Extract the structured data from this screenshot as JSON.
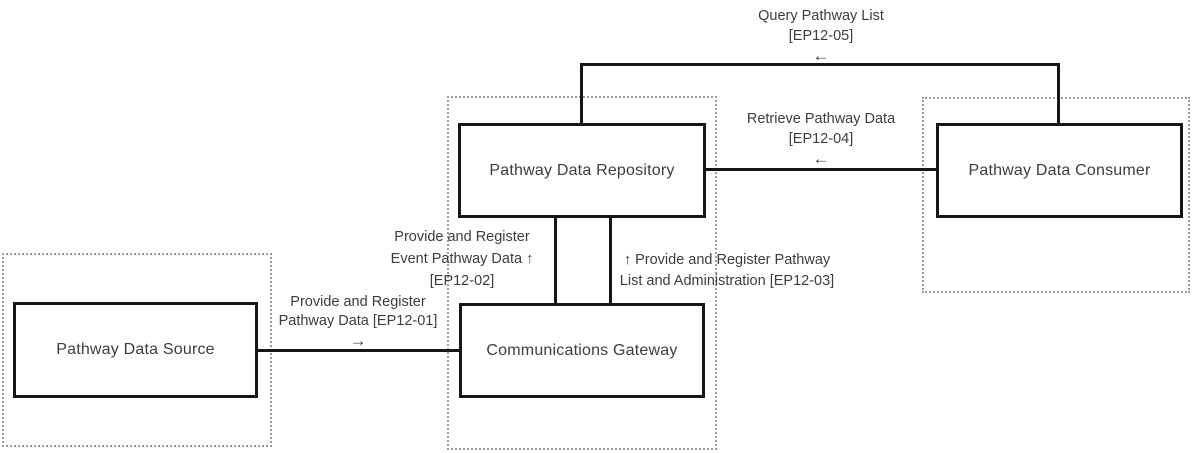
{
  "nodes": {
    "source": {
      "label": "Pathway Data Source"
    },
    "repository": {
      "label": "Pathway Data Repository"
    },
    "gateway": {
      "label": "Communications Gateway"
    },
    "consumer": {
      "label": "Pathway Data Consumer"
    }
  },
  "edges": {
    "ep01": {
      "line1": "Provide and Register",
      "line2": "Pathway Data [EP12-01]",
      "arrow": "→"
    },
    "ep02": {
      "line1": "Provide and Register",
      "line2": "Event Pathway Data ↑",
      "line3": "[EP12-02]"
    },
    "ep03": {
      "line1": "↑  Provide and Register Pathway",
      "line2": "List and Administration [EP12-03]"
    },
    "ep04": {
      "line1": "Retrieve Pathway Data",
      "line2": "[EP12-04]",
      "arrow": "←"
    },
    "ep05": {
      "line1": "Query Pathway List",
      "line2": "[EP12-05]",
      "arrow": "←"
    }
  },
  "colors": {
    "node_border": "#161616",
    "connector_line": "#161616",
    "text": "#3d3d3d",
    "group_border": "#9b9b9b",
    "background": "#ffffff"
  }
}
